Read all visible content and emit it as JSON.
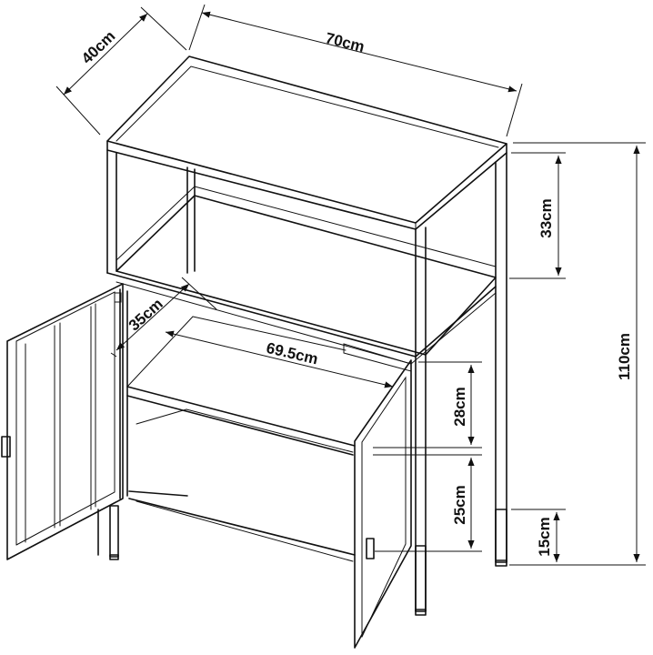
{
  "dimensions": {
    "width": "70cm",
    "depth": "40cm",
    "height": "110cm",
    "top_shelf_gap": "33cm",
    "inner_depth": "35cm",
    "inner_width": "69.5cm",
    "upper_compartment": "28cm",
    "lower_compartment": "25cm",
    "leg_height": "15cm"
  },
  "colors": {
    "line": "#111111",
    "background": "#ffffff"
  }
}
